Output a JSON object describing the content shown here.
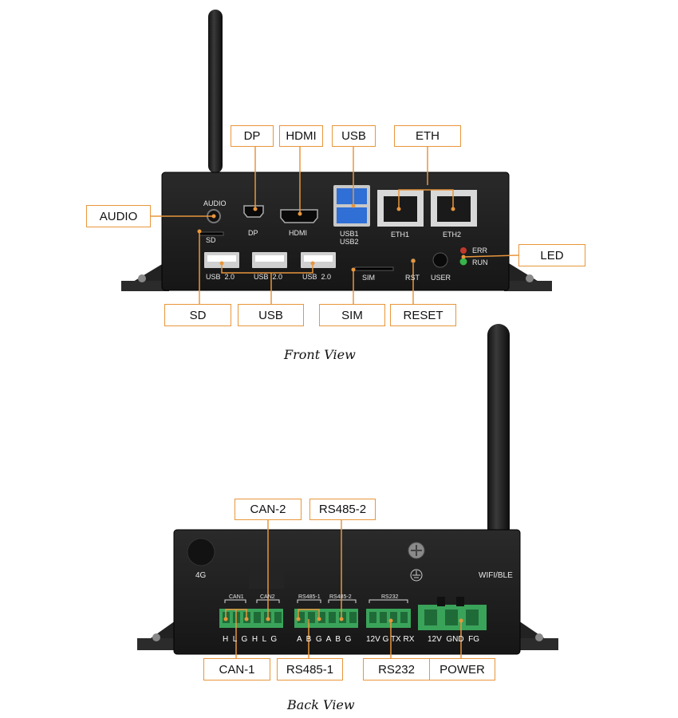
{
  "front": {
    "caption": "Front View",
    "callouts": {
      "dp": "DP",
      "hdmi": "HDMI",
      "usb_top": "USB",
      "eth": "ETH",
      "audio": "AUDIO",
      "led": "LED",
      "sd": "SD",
      "usb_bottom": "USB",
      "sim": "SIM",
      "reset": "RESET"
    },
    "panel": {
      "audio": "AUDIO",
      "dp": "DP",
      "hdmi": "HDMI",
      "usb1": "USB1",
      "usb2": "USB2",
      "eth1": "ETH1",
      "eth2": "ETH2",
      "err": "ERR",
      "run": "RUN",
      "sd": "SD",
      "usb20_a": "USB  2.0",
      "usb20_b": "USB  2.0",
      "usb20_c": "USB  2.0",
      "sim": "SIM",
      "rst": "RST",
      "user": "USER"
    }
  },
  "back": {
    "caption": "Back View",
    "callouts": {
      "can2": "CAN-2",
      "rs485_2": "RS485-2",
      "can1": "CAN-1",
      "rs485_1": "RS485-1",
      "rs232": "RS232",
      "power": "POWER"
    },
    "panel": {
      "four_g": "4G",
      "wifi": "WIFI/BLE",
      "can1": "CAN1",
      "can2": "CAN2",
      "rs485_1": "RS485-1",
      "rs485_2": "RS485-2",
      "rs232": "RS232",
      "can_pins": "H  L  G  H  L  G",
      "rs485_pins": "A  B  G  A  B  G",
      "rs232_pins": "12V G TX RX",
      "power_pins": "12V  GND  FG"
    }
  },
  "colors": {
    "callout_border": "#e8963c",
    "device_body": "#1c1c1c",
    "terminal_green": "#3aa35a",
    "usb3_blue": "#2f6fd6"
  }
}
